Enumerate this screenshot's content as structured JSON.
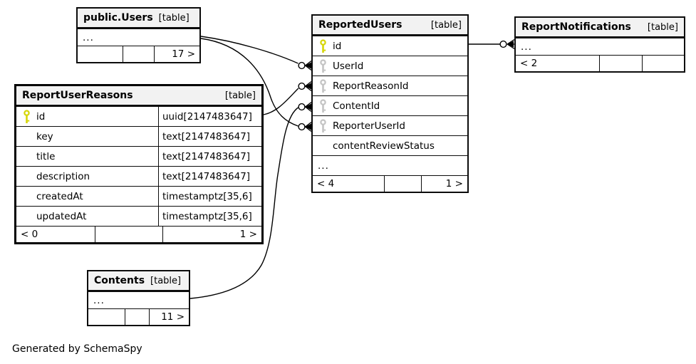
{
  "footer_note": "Generated by SchemaSpy",
  "colors": {
    "primary_key_icon": "#d6d608",
    "foreign_key_icon": "#c4c4c4",
    "header_background": "#f2f2f2",
    "relationship_line": "#000000"
  },
  "tables": {
    "publicUsers": {
      "title": "public.Users",
      "tag": "[table]",
      "more_row": "...",
      "footer": {
        "left": "",
        "mid": "",
        "right": "17 >"
      }
    },
    "reportUserReasons": {
      "title": "ReportUserReasons",
      "tag": "[table]",
      "rows": [
        {
          "name": "id",
          "type": "uuid[2147483647]",
          "key": "primary"
        },
        {
          "name": "key",
          "type": "text[2147483647]",
          "key": ""
        },
        {
          "name": "title",
          "type": "text[2147483647]",
          "key": ""
        },
        {
          "name": "description",
          "type": "text[2147483647]",
          "key": ""
        },
        {
          "name": "createdAt",
          "type": "timestamptz[35,6]",
          "key": ""
        },
        {
          "name": "updatedAt",
          "type": "timestamptz[35,6]",
          "key": ""
        }
      ],
      "footer": {
        "left": "< 0",
        "mid": "",
        "right": "1 >"
      }
    },
    "reportedUsers": {
      "title": "ReportedUsers",
      "tag": "[table]",
      "rows": [
        {
          "name": "id",
          "key": "primary"
        },
        {
          "name": "UserId",
          "key": "foreign"
        },
        {
          "name": "ReportReasonId",
          "key": "foreign"
        },
        {
          "name": "ContentId",
          "key": "foreign"
        },
        {
          "name": "ReporterUserId",
          "key": "foreign"
        },
        {
          "name": "contentReviewStatus",
          "key": ""
        }
      ],
      "more_row": "...",
      "footer": {
        "left": "< 4",
        "mid": "",
        "right": "1 >"
      }
    },
    "reportNotifications": {
      "title": "ReportNotifications",
      "tag": "[table]",
      "more_row": "...",
      "footer": {
        "left": "< 2",
        "mid": "",
        "right": ""
      }
    },
    "contents": {
      "title": "Contents",
      "tag": "[table]",
      "more_row": "...",
      "footer": {
        "left": "",
        "mid": "",
        "right": "11 >"
      }
    }
  },
  "relationships": [
    {
      "from": "public.Users",
      "to": "ReportedUsers.UserId"
    },
    {
      "from": "public.Users",
      "to": "ReportedUsers.ReporterUserId"
    },
    {
      "from": "ReportUserReasons.id",
      "to": "ReportedUsers.ReportReasonId"
    },
    {
      "from": "Contents",
      "to": "ReportedUsers.ContentId"
    },
    {
      "from": "ReportedUsers.id",
      "to": "ReportNotifications"
    }
  ]
}
